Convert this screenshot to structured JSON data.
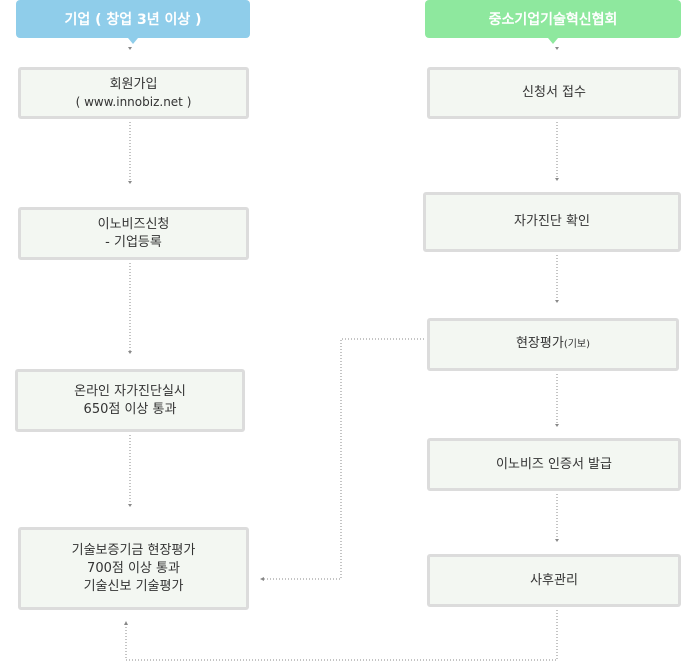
{
  "left_header": "기업 ( 창업 3년 이상 )",
  "right_header": "중소기업기술혁신협회",
  "left_steps": {
    "signup": {
      "line1": "회원가입",
      "line2": "( www.innobiz.net )"
    },
    "apply": {
      "line1": "이노비즈신청",
      "line2": "- 기업등록"
    },
    "selfdiag": {
      "line1": "온라인 자가진단실시",
      "line2": "650점 이상 통과"
    },
    "eval": {
      "line1": "기술보증기금 현장평가",
      "line2": "700점 이상 통과",
      "line3": "기술신보 기술평가"
    }
  },
  "right_steps": {
    "receipt": "신청서 접수",
    "confirm": "자가진단 확인",
    "field": {
      "main": "현장평가",
      "note": "(기보)"
    },
    "cert": "이노비즈 인증서 발급",
    "after": "사후관리"
  },
  "colors": {
    "left_header": "#8fcdea",
    "right_header": "#8ee89e",
    "box_fill": "#f3f7f2",
    "box_border": "#dcdcdc",
    "connector": "#888888"
  }
}
